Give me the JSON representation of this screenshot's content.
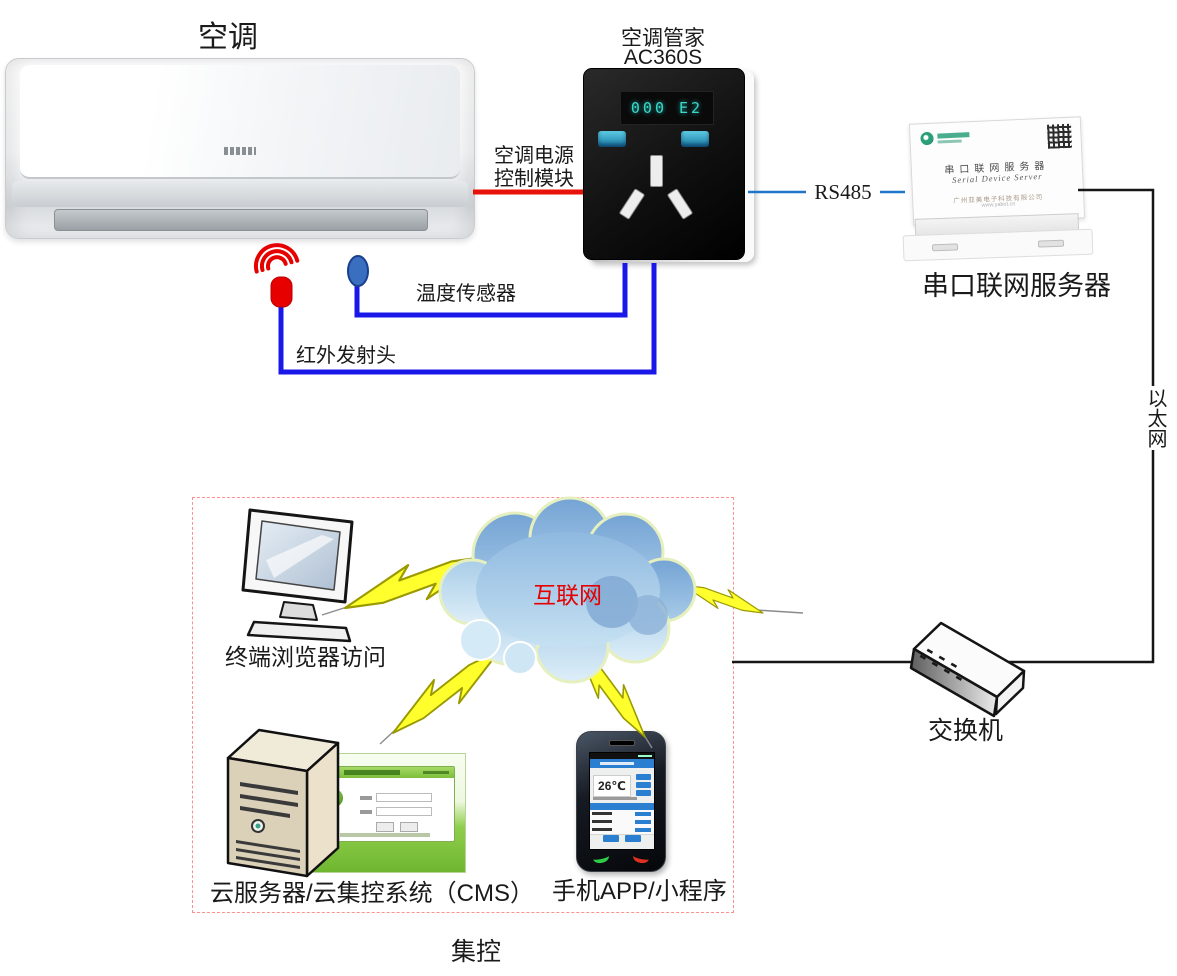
{
  "colors": {
    "wire_blue": "#1a18e8",
    "rs485_blue": "#1f76c8",
    "power_line_red": "#e8120a",
    "accent_red": "#e60000",
    "dashed_box": "#ff9090",
    "lightning_yellow": "#ffff2e",
    "lcd_teal": "#3ad9cc"
  },
  "ac": {
    "title": "空调"
  },
  "controller": {
    "title": "空调管家",
    "model": "AC360S",
    "lcd": "000 E2"
  },
  "labels": {
    "power_module_line1": "空调电源",
    "power_module_line2": "控制模块",
    "rs485": "RS485",
    "temp_sensor": "温度传感器",
    "ir_emitter": "红外发射头",
    "ethernet": "以太网",
    "internet": "互联网"
  },
  "serial_server": {
    "caption": "串口联网服务器",
    "label_cn": "串口联网服务器",
    "label_en": "Serial Device Server",
    "company": "广州亚美电子科技有限公司",
    "website": "www.yabot.cn"
  },
  "cluster": {
    "browser_caption": "终端浏览器访问",
    "cms_caption": "云服务器/云集控系统（CMS）",
    "app_caption": "手机APP/小程序",
    "switch_caption": "交换机",
    "group_caption": "集控",
    "phone_temp": "26℃"
  }
}
